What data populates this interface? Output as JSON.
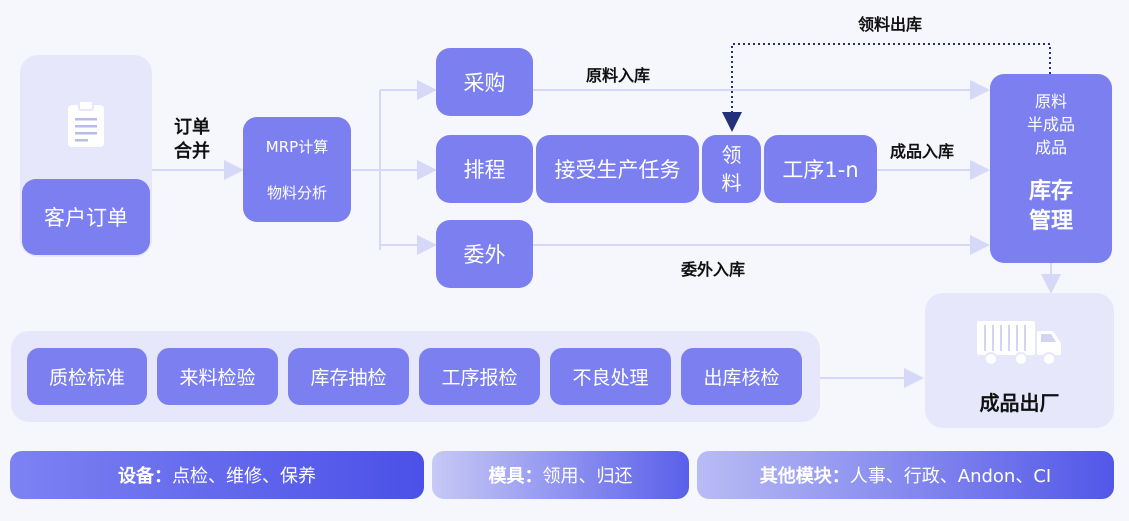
{
  "customer_order": {
    "label": "客户订单",
    "icon": "clipboard-icon"
  },
  "order_merge_label": [
    "订单",
    "合并"
  ],
  "mrp": {
    "line1": "MRP计算",
    "line2": "物料分析"
  },
  "procure": "采购",
  "schedule": "排程",
  "outsource": "委外",
  "production_task": "接受生产任务",
  "material_pick": [
    "领",
    "料"
  ],
  "process": "工序1-n",
  "flow_labels": {
    "raw_in": "原料入库",
    "finished_in": "成品入库",
    "outsource_in": "委外入库",
    "raw_out": "领料出库"
  },
  "inventory": {
    "items": [
      "原料",
      "半成品",
      "成品"
    ],
    "title_lines": [
      "库存",
      "管理"
    ]
  },
  "shipment": {
    "label": "成品出厂",
    "icon": "truck-icon"
  },
  "quality": [
    "质检标准",
    "来料检验",
    "库存抽检",
    "工序报检",
    "不良处理",
    "出库核检"
  ],
  "bars": [
    {
      "key": "设备：",
      "value": "点检、维修、保养"
    },
    {
      "key": "模具：",
      "value": "领用、归还"
    },
    {
      "key": "其他模块：",
      "value": "人事、行政、Andon、CI"
    }
  ],
  "colors": {
    "node": "#7b7ff0",
    "panel": "#e6e7fa",
    "arrow": "#d6d8f7",
    "dotted": "#23307a"
  }
}
